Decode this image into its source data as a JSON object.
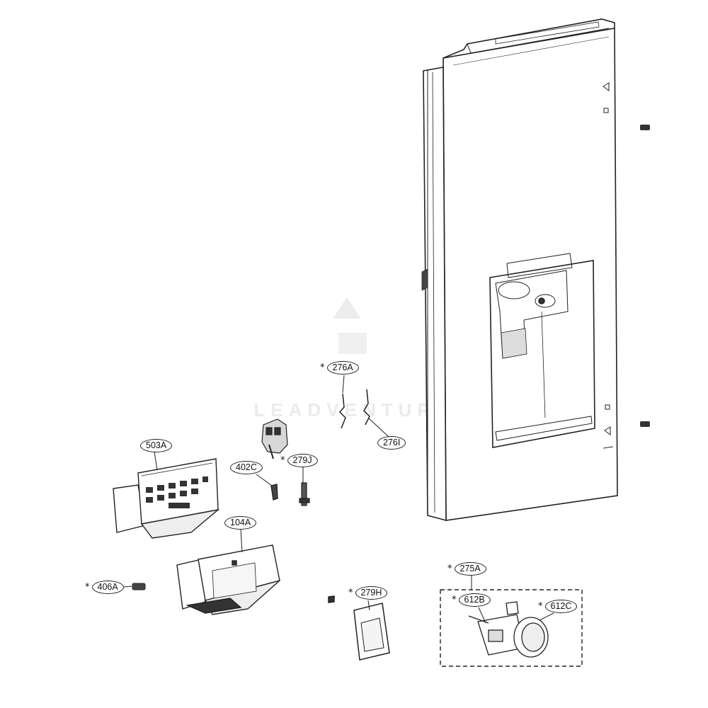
{
  "diagram": {
    "callouts": [
      {
        "id": "276A",
        "label": "276A",
        "starred": true
      },
      {
        "id": "276I",
        "label": "276I",
        "starred": false
      },
      {
        "id": "503A",
        "label": "503A",
        "starred": false
      },
      {
        "id": "402C",
        "label": "402C",
        "starred": false
      },
      {
        "id": "279J",
        "label": "279J",
        "starred": true
      },
      {
        "id": "104A",
        "label": "104A",
        "starred": false
      },
      {
        "id": "406A",
        "label": "406A",
        "starred": true
      },
      {
        "id": "279H",
        "label": "279H",
        "starred": true
      },
      {
        "id": "275A",
        "label": "275A",
        "starred": true
      },
      {
        "id": "612B",
        "label": "612B",
        "starred": true
      },
      {
        "id": "612C",
        "label": "612C",
        "starred": true
      }
    ],
    "star_symbol": "*",
    "line_color": "#222222",
    "watermark_text": "LEADVENTURE",
    "watermark_color": "#e6e6e6"
  }
}
